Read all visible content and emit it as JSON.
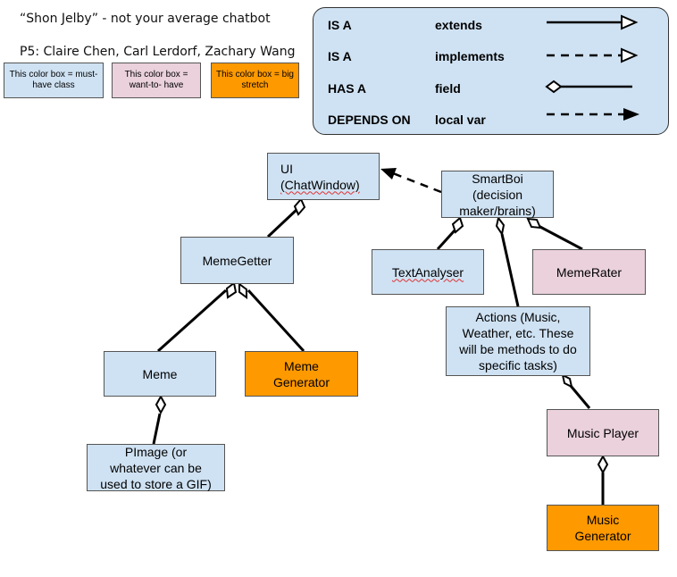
{
  "header": {
    "title": "“Shon Jelby” - not your average chatbot",
    "authors": "P5: Claire Chen, Carl Lerdorf, Zachary Wang"
  },
  "legend": {
    "must_have": "This color box = must-have class",
    "want_to_have": "This color box = want-to- have",
    "big_stretch": "This color box = big stretch",
    "colors": {
      "must_have": "#cfe2f3",
      "want_to_have": "#ead1dc",
      "big_stretch": "#ff9900"
    }
  },
  "arrow_legend": [
    {
      "kind": "IS A",
      "type": "extends",
      "style": "solid line, hollow triangle head"
    },
    {
      "kind": "IS A",
      "type": "implements",
      "style": "dashed line, hollow triangle head"
    },
    {
      "kind": "HAS A",
      "type": "field",
      "style": "solid line, hollow diamond tail"
    },
    {
      "kind": "DEPENDS ON",
      "type": "local var",
      "style": "dashed line, filled arrow head"
    }
  ],
  "classes": {
    "ui": {
      "line1": "UI",
      "line2": "(ChatWindow)"
    },
    "smartboi": {
      "line1": "SmartBoi",
      "line2": "(decision",
      "line3": "maker/brains)"
    },
    "memegetter": {
      "label": "MemeGetter"
    },
    "textanalyser": {
      "label": "TextAnalyser"
    },
    "memerater": {
      "label": "MemeRater"
    },
    "actions": {
      "line1": "Actions (Music,",
      "line2": "Weather, etc. These",
      "line3": "will be methods to do",
      "line4": "specific tasks)"
    },
    "meme": {
      "label": "Meme"
    },
    "meme_generator": {
      "line1": "Meme",
      "line2": "Generator"
    },
    "pimage": {
      "line1": "PImage (or",
      "line2": "whatever can be",
      "line3": "used to store a GIF)"
    },
    "music_player": {
      "label": "Music Player"
    },
    "music_generator": {
      "line1": "Music",
      "line2": "Generator"
    }
  },
  "relationships": [
    {
      "from": "SmartBoi",
      "to": "UI",
      "kind": "DEPENDS ON"
    },
    {
      "from": "UI",
      "to": "MemeGetter",
      "kind": "HAS A"
    },
    {
      "from": "MemeGetter",
      "to": "Meme",
      "kind": "HAS A"
    },
    {
      "from": "MemeGetter",
      "to": "Meme Generator",
      "kind": "HAS A"
    },
    {
      "from": "Meme",
      "to": "PImage",
      "kind": "HAS A"
    },
    {
      "from": "SmartBoi",
      "to": "TextAnalyser",
      "kind": "HAS A"
    },
    {
      "from": "SmartBoi",
      "to": "Actions",
      "kind": "HAS A"
    },
    {
      "from": "SmartBoi",
      "to": "MemeRater",
      "kind": "HAS A"
    },
    {
      "from": "Actions",
      "to": "Music Player",
      "kind": "HAS A"
    },
    {
      "from": "Music Player",
      "to": "Music Generator",
      "kind": "HAS A"
    }
  ]
}
